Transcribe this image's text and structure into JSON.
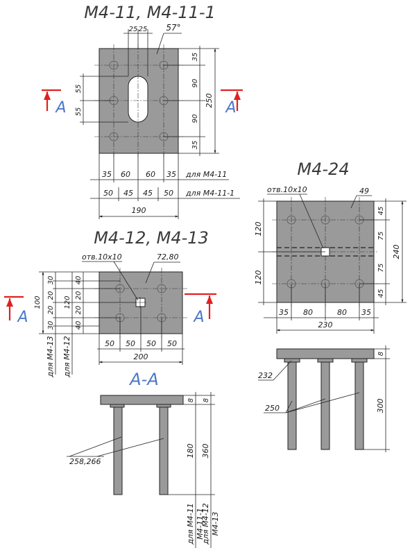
{
  "views": {
    "m411": {
      "title": "М4-11, М4-11-1",
      "angle": "57°",
      "d_top": [
        "25",
        "25"
      ],
      "d_right": [
        "35",
        "90",
        "90",
        "35"
      ],
      "d_total_h": "250",
      "d_left": [
        "55",
        "55"
      ],
      "row1": [
        "35",
        "60",
        "60",
        "35"
      ],
      "row1_note": "для М4-11",
      "row2": [
        "50",
        "45",
        "45",
        "50"
      ],
      "row2_note": "для М4-11-1",
      "d_total_w": "190"
    },
    "m412": {
      "title": "М4-12, М4-13",
      "hole_note": "отв.10х10",
      "mark": "72,80",
      "dims_v_outer": [
        "30",
        "20",
        "20",
        "30"
      ],
      "dims_v_inner": [
        "40",
        "20",
        "20",
        "40"
      ],
      "d_100": "100",
      "d_120": "120",
      "note_13": "для М4-13",
      "note_12": "для М4-12",
      "d_bottom": [
        "50",
        "50",
        "50",
        "50"
      ],
      "d_total_w": "200"
    },
    "m424": {
      "title": "М4-24",
      "hole_note": "отв.10х10",
      "mark": "49",
      "d_left": [
        "120",
        "120"
      ],
      "d_right": [
        "45",
        "75",
        "75",
        "45"
      ],
      "d_total_h": "240",
      "d_bottom": [
        "35",
        "80",
        "80",
        "35"
      ],
      "d_total_w": "230"
    },
    "section": {
      "title": "А-А",
      "label_A": "А",
      "d_8a": "8",
      "d_8b": "8",
      "d_180": "180",
      "d_360": "360",
      "pin_mark": "258,266",
      "notes": [
        "для М4-11",
        "М4-11-1",
        "для М4-12",
        "М4-13"
      ]
    },
    "side424": {
      "d_8": "8",
      "d_300": "300",
      "mark_232": "232",
      "mark_250": "250"
    }
  },
  "colors": {
    "plate": "#9a9a9a",
    "section_letter": "#4a78c8",
    "section_arrow": "#e02020"
  }
}
